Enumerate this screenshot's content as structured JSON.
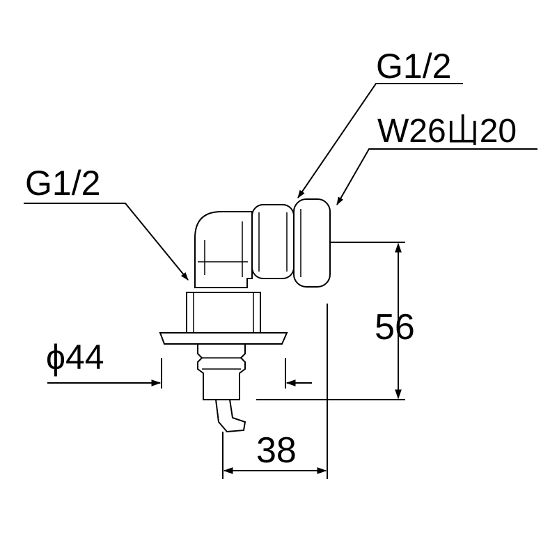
{
  "labels": {
    "inlet_thread": "G1/2",
    "outlet_thread": "G1/2",
    "hose_thread": "W26山20",
    "flange_diameter": "ϕ44",
    "height_dim": "56",
    "depth_dim": "38"
  }
}
